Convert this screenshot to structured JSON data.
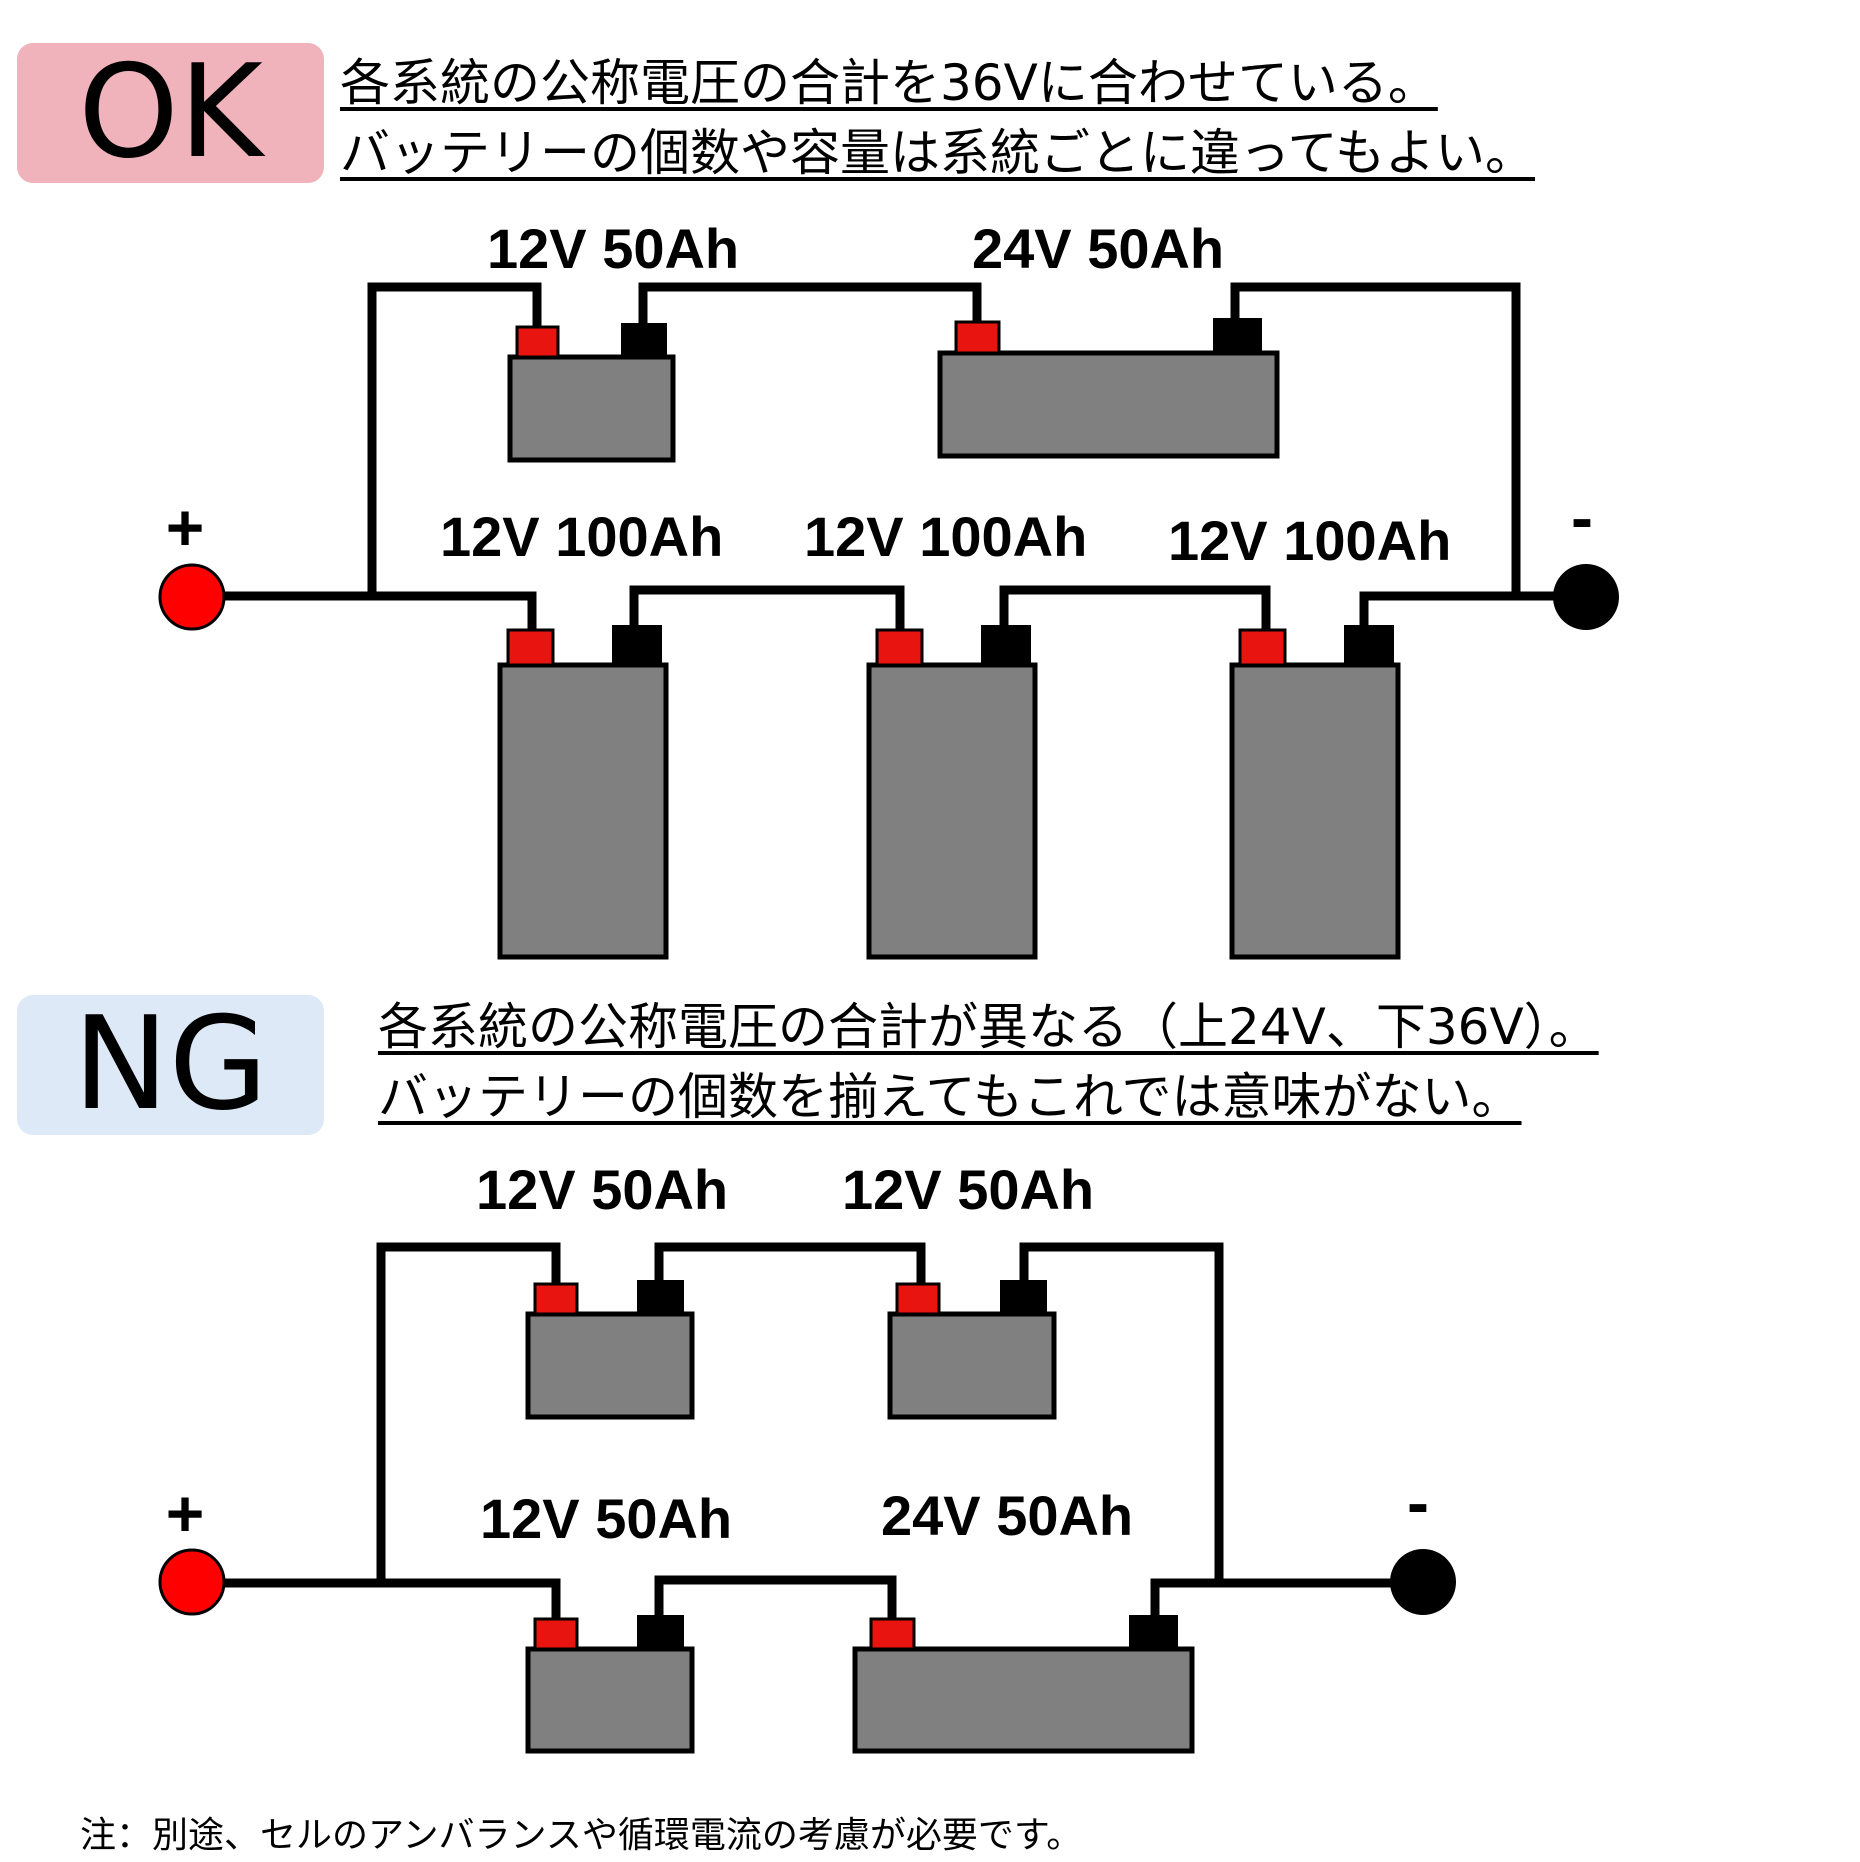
{
  "ok": {
    "badge": "OK",
    "line1": "各系統の公称電圧の合計を36Vに合わせている。",
    "line2": "バッテリーの個数や容量は系統ごとに違ってもよい。",
    "plus": "+",
    "minus": "-",
    "upper": [
      "12V 50Ah",
      "24V 50Ah"
    ],
    "lower": [
      "12V 100Ah",
      "12V 100Ah",
      "12V 100Ah"
    ]
  },
  "ng": {
    "badge": "NG",
    "line1": "各系統の公称電圧の合計が異なる（上24V、下36V）。",
    "line2": "バッテリーの個数を揃えてもこれでは意味がない。",
    "plus": "+",
    "minus": "-",
    "upper": [
      "12V 50Ah",
      "12V 50Ah"
    ],
    "lower": [
      "12V 50Ah",
      "24V 50Ah"
    ]
  },
  "note": "注：別途、セルのアンバランスや循環電流の考慮が必要です。",
  "colors": {
    "ok_badge": "#f0b2bb",
    "ng_badge": "#dde9f6",
    "battery_body": "#808080",
    "positive_terminal": "#e8140f",
    "negative_terminal": "#000000"
  }
}
